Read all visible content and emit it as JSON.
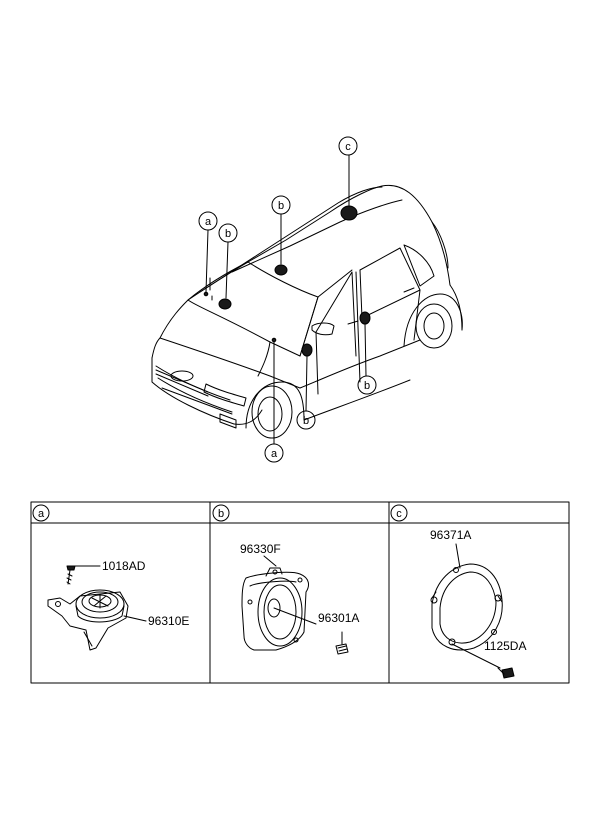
{
  "callouts": {
    "a": "a",
    "b": "b",
    "c": "c"
  },
  "panels": [
    {
      "label": "a",
      "parts": [
        "1018AD",
        "96310E"
      ]
    },
    {
      "label": "b",
      "parts": [
        "96330F",
        "96301A"
      ]
    },
    {
      "label": "c",
      "parts": [
        "96371A",
        "1125DA"
      ]
    }
  ],
  "colors": {
    "line": "#000000",
    "background": "#ffffff",
    "part_fill": "#1a1a1a"
  }
}
